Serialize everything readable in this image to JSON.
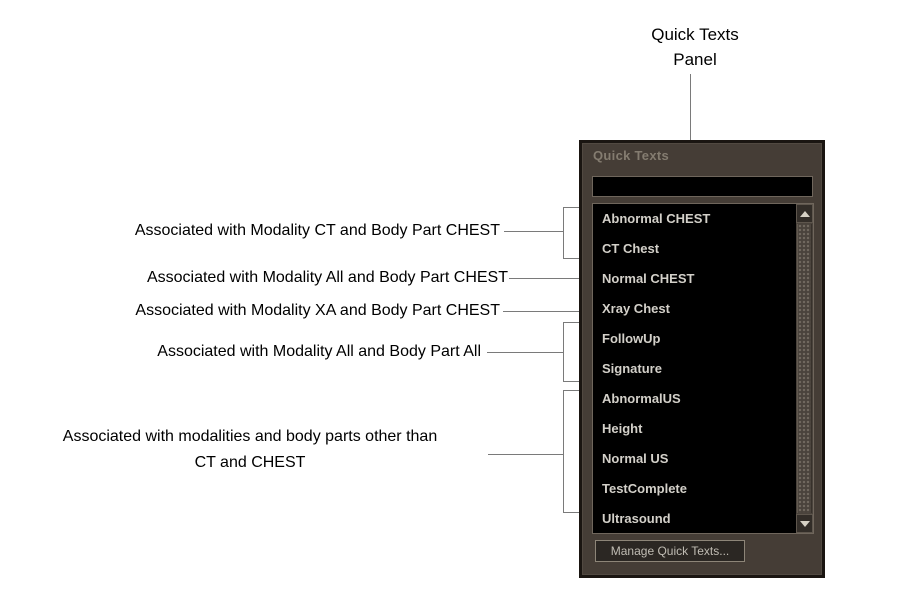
{
  "callout_top": {
    "lines": [
      "Quick Texts",
      "Panel"
    ]
  },
  "annotations": [
    {
      "text": "Associated with Modality CT and Body Part CHEST"
    },
    {
      "text": "Associated with Modality All and Body Part CHEST"
    },
    {
      "text": "Associated with Modality XA and Body Part CHEST"
    },
    {
      "text": "Associated with Modality All and Body Part All"
    },
    {
      "lines": [
        "Associated with modalities and body parts other than",
        "CT and CHEST"
      ]
    }
  ],
  "panel": {
    "title": "Quick Texts",
    "search_value": "",
    "items": [
      "Abnormal CHEST",
      "CT Chest",
      "Normal CHEST",
      "Xray Chest",
      "FollowUp",
      "Signature",
      "AbnormalUS",
      "Height",
      "Normal US",
      "TestComplete",
      "Ultrasound"
    ],
    "manage_button_label": "Manage Quick Texts..."
  },
  "icons": {
    "scroll_up": "scroll-up-icon",
    "scroll_down": "scroll-down-icon"
  },
  "colors": {
    "page_bg": "#ffffff",
    "panel_bg": "#453d36",
    "panel_border": "#1a1511",
    "field_border": "#6f665c",
    "list_bg": "#000000",
    "item_text": "#d3d0c9",
    "title_text": "#847c70",
    "button_bg": "#2b2723",
    "button_border": "#8d8578",
    "button_text": "#c0bcb3",
    "line_gray": "#7a7a7a",
    "scroll_track_base": "#4a433c",
    "scroll_track_dot": "#716a60",
    "scroll_button_bg": "#322d28",
    "scroll_arrow": "#d6d1c5",
    "annotation_text": "#000000"
  }
}
